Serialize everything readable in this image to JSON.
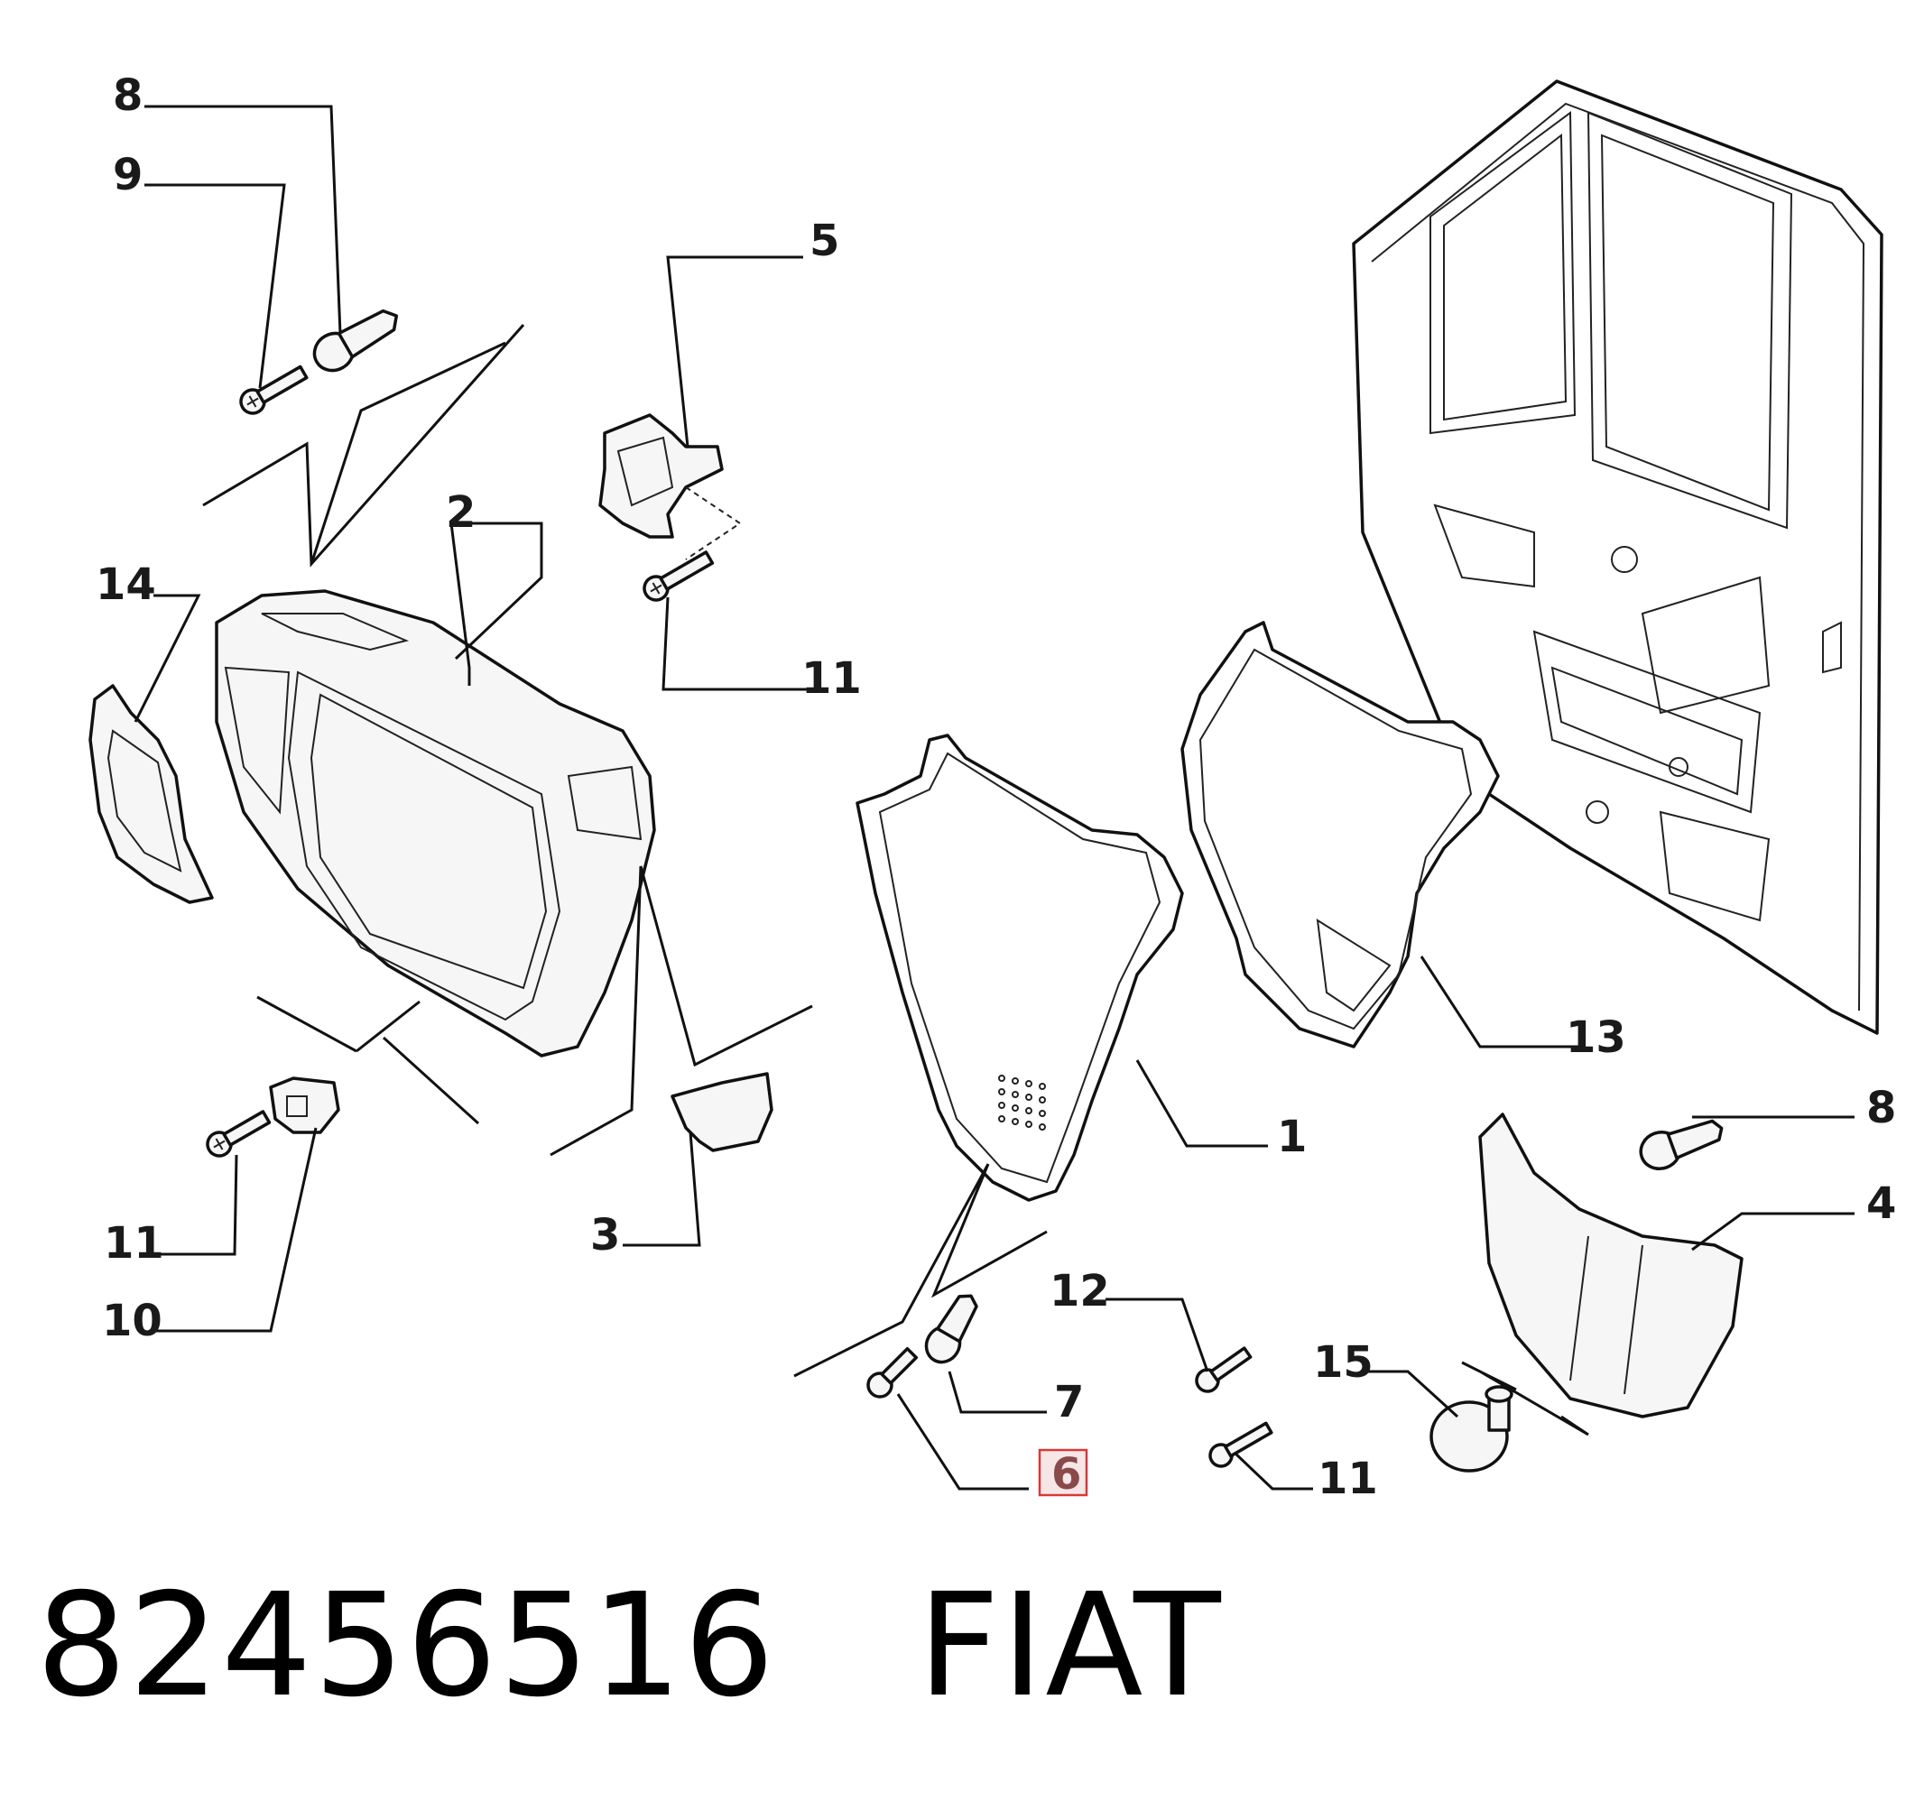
{
  "diagram": {
    "callouts": {
      "c8_top": "8",
      "c9": "9",
      "c5": "5",
      "c2": "2",
      "c14": "14",
      "c11_mid": "11",
      "c11_left": "11",
      "c10": "10",
      "c3": "3",
      "c13": "13",
      "c1": "1",
      "c8_right": "8",
      "c4": "4",
      "c12": "12",
      "c15": "15",
      "c7": "7",
      "c6": "6",
      "c11_bottom": "11"
    },
    "highlighted_callout": "6",
    "highlight_color": "#d43a3a"
  },
  "caption": {
    "part_number": "82456516",
    "brand": "FIAT"
  }
}
